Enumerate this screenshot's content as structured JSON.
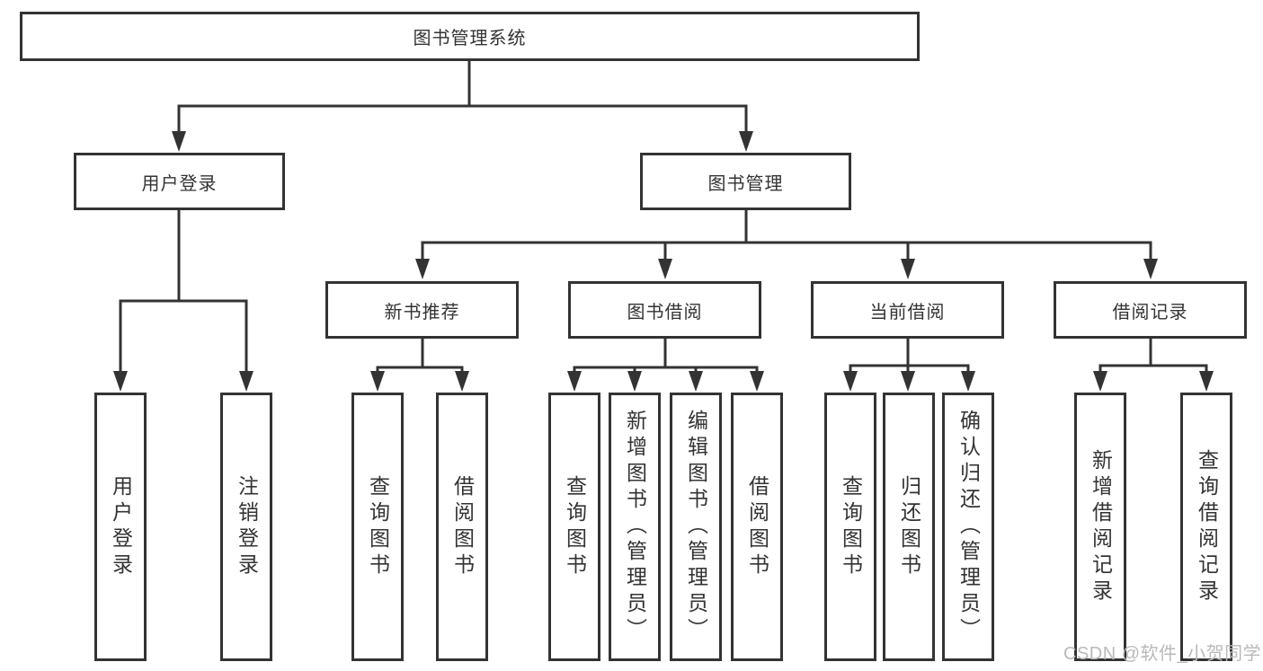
{
  "diagram_type": "hierarchy-tree",
  "colors": {
    "line": "#333333",
    "box_border": "#333333",
    "box_fill": "#ffffff",
    "text": "#333333",
    "watermark": "#b9b9b9",
    "background": "#ffffff"
  },
  "tree": {
    "label": "图书管理系统",
    "children": [
      {
        "label": "用户登录",
        "children": [
          {
            "label": "用户登录"
          },
          {
            "label": "注销登录"
          }
        ]
      },
      {
        "label": "图书管理",
        "children": [
          {
            "label": "新书推荐",
            "children": [
              {
                "label": "查询图书"
              },
              {
                "label": "借阅图书"
              }
            ]
          },
          {
            "label": "图书借阅",
            "children": [
              {
                "label": "查询图书"
              },
              {
                "label": "新增图书（管理员）"
              },
              {
                "label": "编辑图书（管理员）"
              },
              {
                "label": "借阅图书"
              }
            ]
          },
          {
            "label": "当前借阅",
            "children": [
              {
                "label": "查询图书"
              },
              {
                "label": "归还图书"
              },
              {
                "label": "确认归还（管理员）"
              }
            ]
          },
          {
            "label": "借阅记录",
            "children": [
              {
                "label": "新增借阅记录"
              },
              {
                "label": "查询借阅记录"
              }
            ]
          }
        ]
      }
    ]
  },
  "watermark": {
    "text": "CSDN @软件_小贺同学"
  }
}
